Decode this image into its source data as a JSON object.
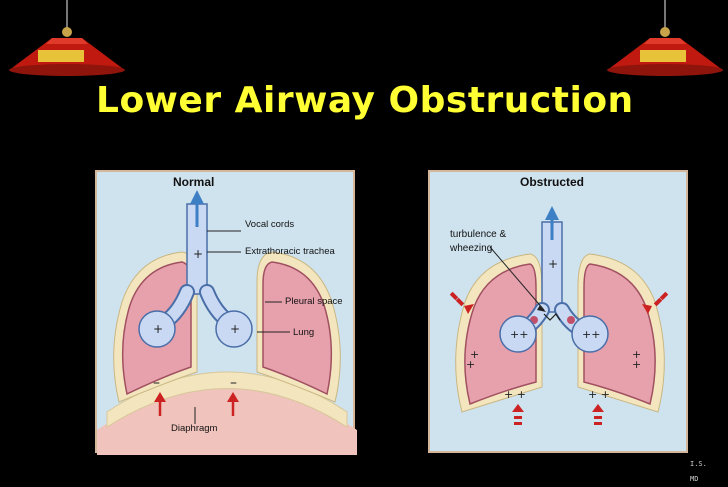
{
  "slide": {
    "title": "Lower Airway Obstruction",
    "author_line1": "I.S.",
    "author_line2": "MD"
  },
  "lamps": {
    "label": ""
  },
  "normal_panel": {
    "heading": "Normal",
    "labels": {
      "vocal_cords": "Vocal cords",
      "extrathoracic_trachea": "Extrathoracic trachea",
      "pleural_space": "Pleural space",
      "lung": "Lung",
      "diaphragm": "Diaphragm"
    }
  },
  "obstructed_panel": {
    "heading": "Obstructed",
    "labels": {
      "turbulence_line1": "turbulence &",
      "turbulence_line2": "wheezing"
    }
  },
  "colors": {
    "title": "#ffff33",
    "panel_bg": "#cfe3ef",
    "lung_fill": "#e7a1ad",
    "pleura": "#f3e6bf",
    "airway": "#c9d9f3",
    "airflow_arrow": "#3d7fc4",
    "pressure_arrow": "#cc2222"
  }
}
